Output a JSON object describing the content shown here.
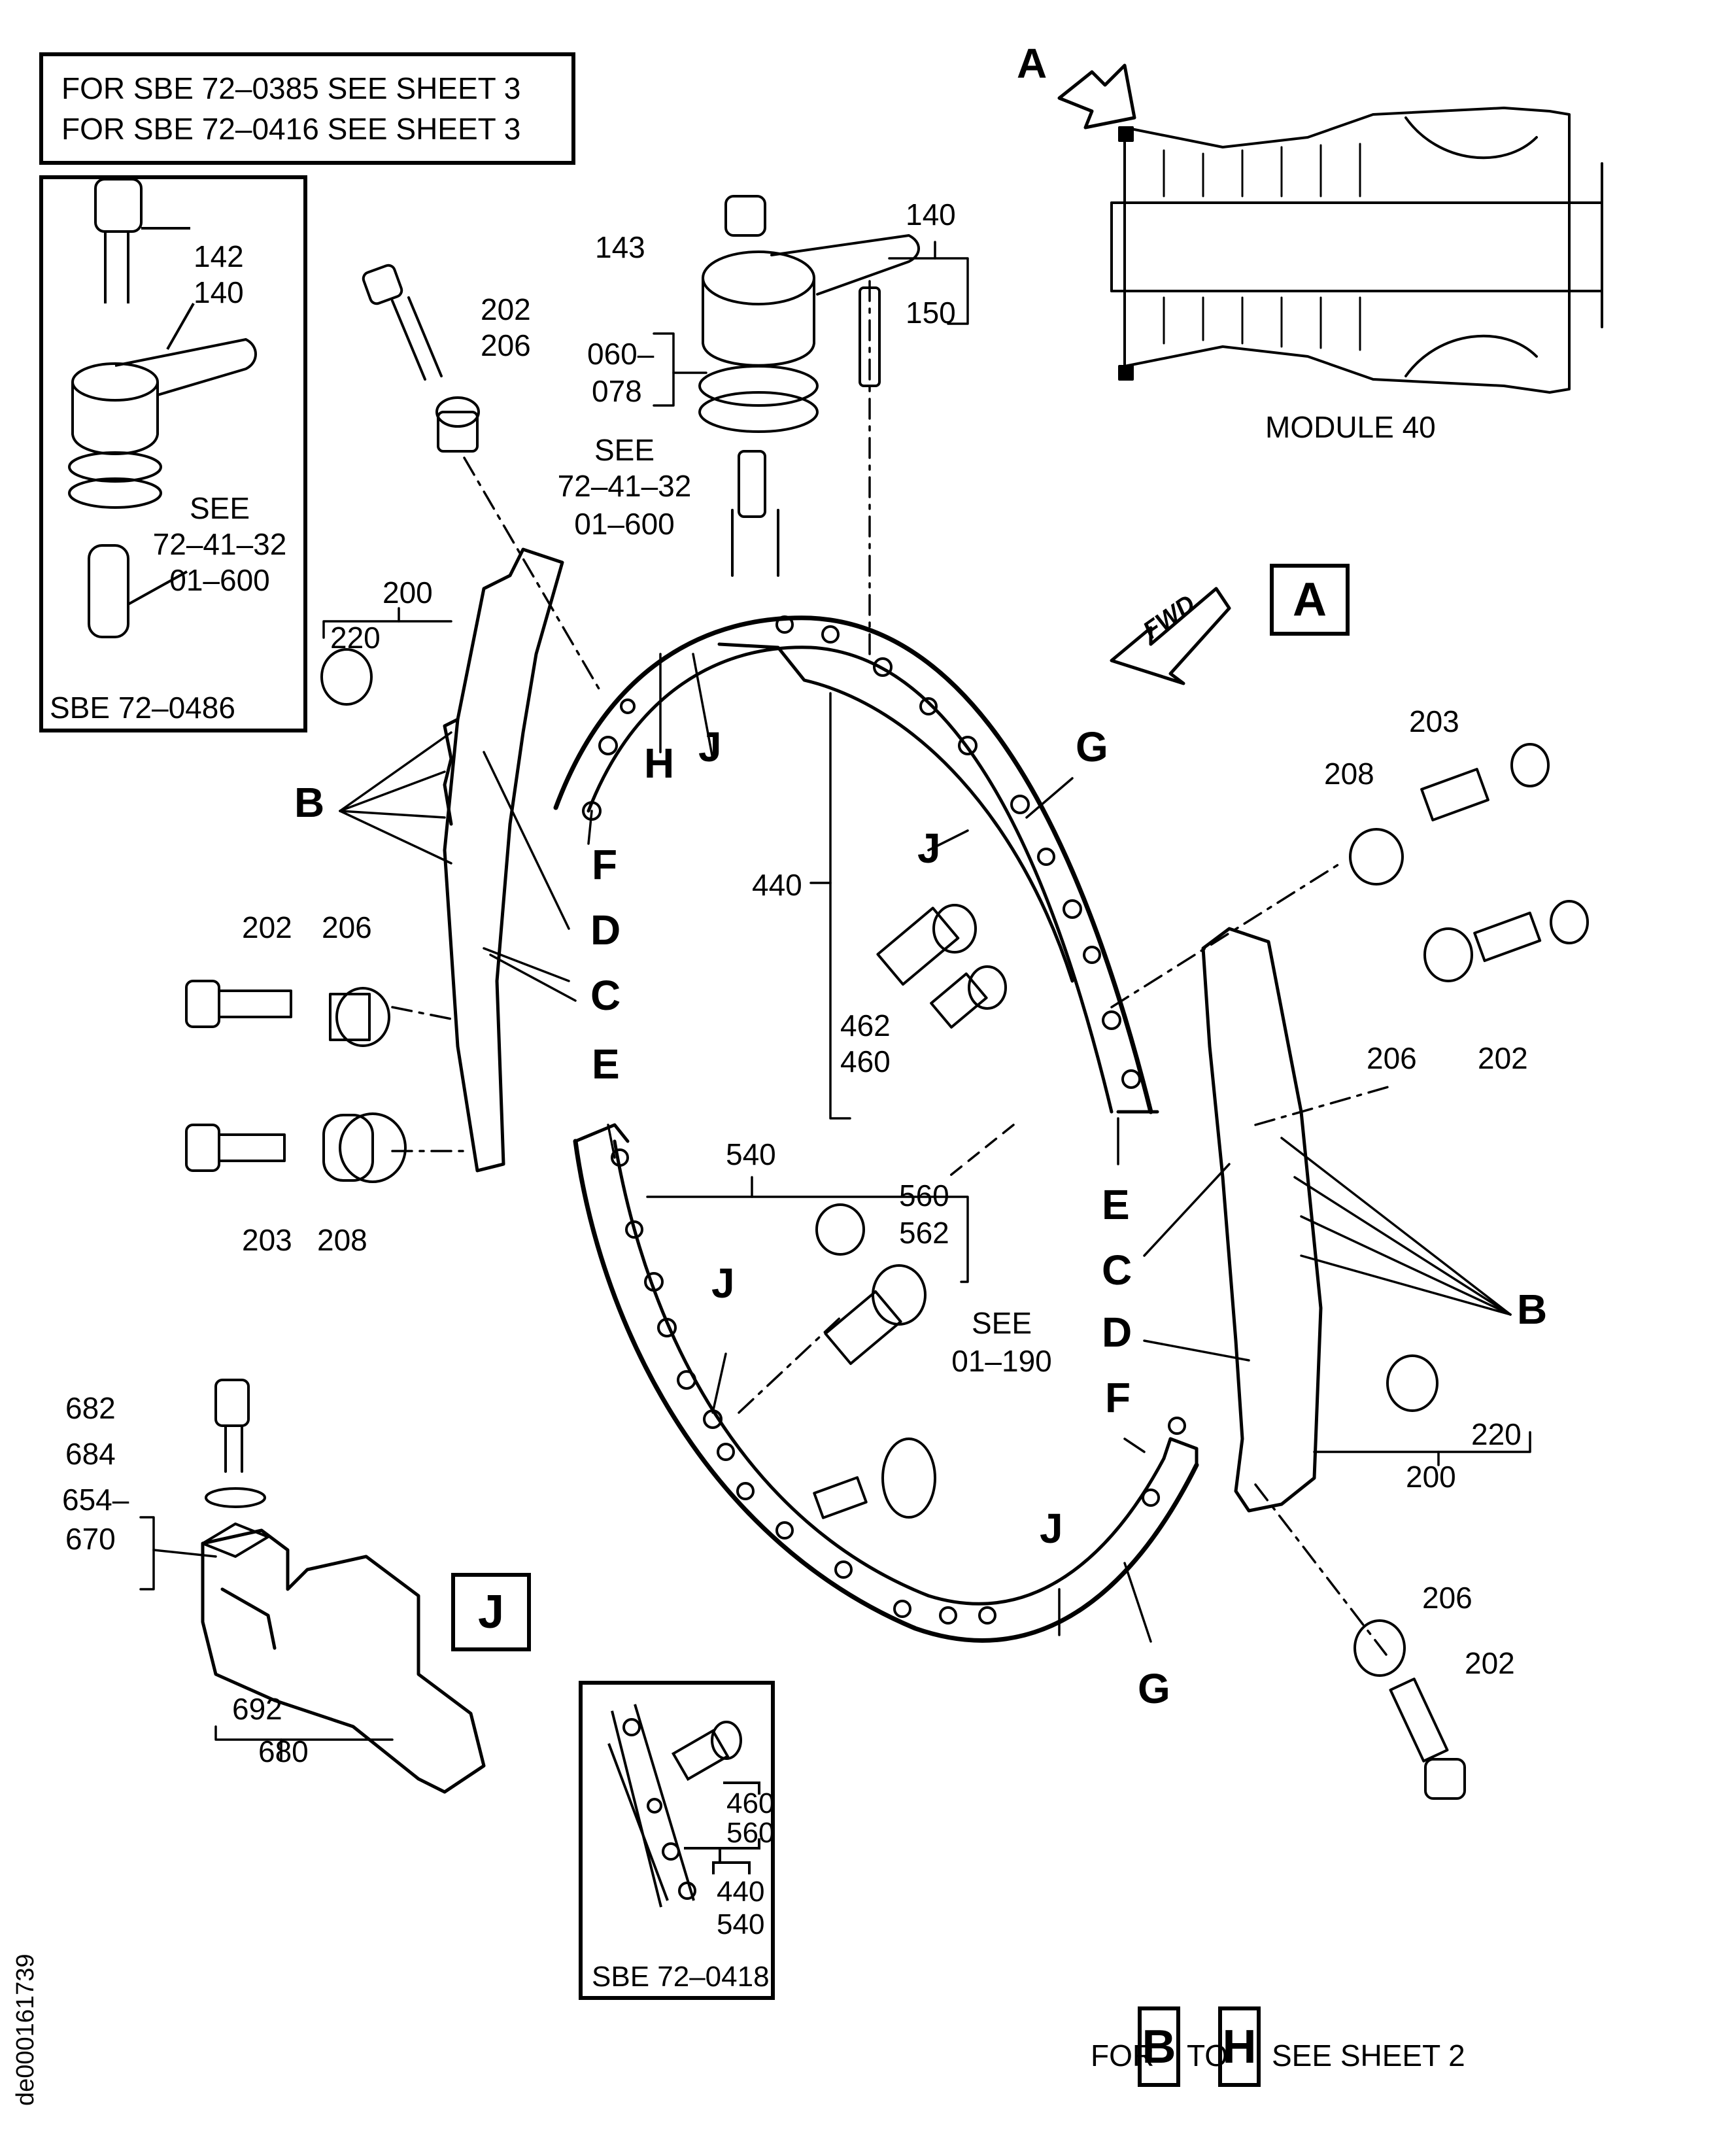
{
  "notes": {
    "sbe_notes": [
      "FOR SBE 72–0385 SEE SHEET 3",
      "FOR SBE 72–0416 SEE SHEET 3"
    ],
    "footer": {
      "prefix": "FOR",
      "from_zone": "B",
      "to_word": "TO",
      "to_zone": "H",
      "suffix": "SEE SHEET 2"
    },
    "drawing_id": "de000161739"
  },
  "insets": {
    "sbe_0486": {
      "caption": "SBE 72–0486",
      "labels": [
        "142",
        "140"
      ],
      "see_ref": [
        "SEE",
        "72–41–32",
        "01–600"
      ]
    },
    "sbe_0418": {
      "caption": "SBE 72–0418",
      "labels": [
        "460",
        "560",
        "440",
        "540"
      ]
    }
  },
  "locator": {
    "view_letter": "A",
    "module_label": "MODULE 40"
  },
  "view_boxes": {
    "A": "A",
    "J": "J"
  },
  "fwd_label": "FWD",
  "top_lever": {
    "labels": {
      "p143": "143",
      "p140": "140",
      "p150": "150",
      "range_a": "060–",
      "range_b": "078"
    },
    "see_ref": [
      "SEE",
      "72–41–32",
      "01–600"
    ]
  },
  "left_segment": {
    "labels": {
      "p202": "202",
      "p206": "206",
      "p200": "200",
      "p220": "220",
      "p202b": "202",
      "p206b": "206",
      "p203": "203",
      "p208": "208"
    }
  },
  "right_segment": {
    "labels": {
      "p203": "203",
      "p208": "208",
      "p206": "206",
      "p202": "202",
      "p220": "220",
      "p200": "200",
      "p206b": "206",
      "p202b": "202"
    }
  },
  "upper_ring": {
    "labels": {
      "p440": "440",
      "p462": "462",
      "p460": "460"
    }
  },
  "lower_ring": {
    "labels": {
      "p540": "540",
      "p560": "560",
      "p562": "562"
    },
    "see_ref": [
      "SEE",
      "01–190"
    ]
  },
  "bracket_j": {
    "labels": {
      "p682": "682",
      "p684": "684",
      "p654": "654–",
      "p670": "670",
      "p692": "692",
      "p680": "680"
    }
  },
  "zone_letters": {
    "B_left": "B",
    "C_left": "C",
    "D_left": "D",
    "E_left": "E",
    "F_left": "F",
    "G_top": "G",
    "H_top": "H",
    "J_top1": "J",
    "J_top2": "J",
    "B_right": "B",
    "C_right": "C",
    "D_right": "D",
    "E_right": "E",
    "F_right": "F",
    "G_bottom": "G",
    "J_lower1": "J",
    "J_lower2": "J",
    "A_locator": "A"
  }
}
